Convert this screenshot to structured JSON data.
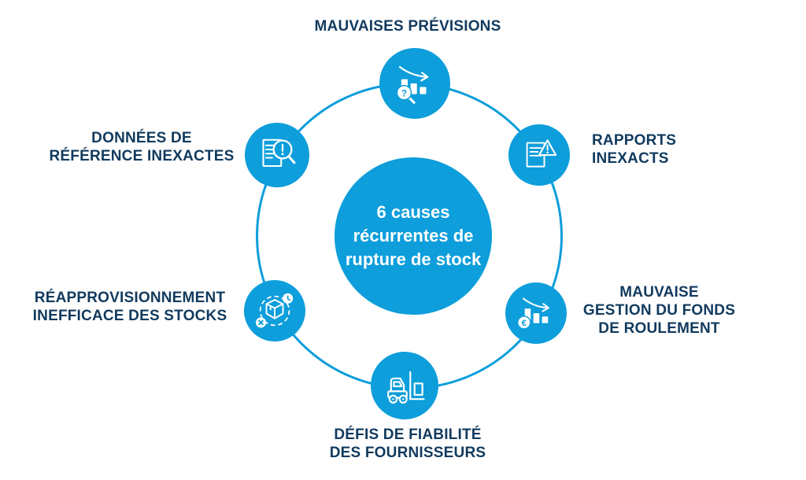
{
  "diagram": {
    "type": "circular-cycle-infographic",
    "center": {
      "text": "6 causes\nrécurrentes de\nrupture de stock"
    },
    "causes": [
      {
        "position": "top",
        "label": "MAUVAISES PRÉVISIONS",
        "icon": "declining-bar-chart-question-magnifier-icon"
      },
      {
        "position": "upper-right",
        "label": "RAPPORTS\nINEXACTS",
        "icon": "document-warning-triangle-icon"
      },
      {
        "position": "lower-right",
        "label": "MAUVAISE\nGESTION DU FONDS\nDE ROULEMENT",
        "icon": "declining-bar-chart-euro-icon"
      },
      {
        "position": "bottom",
        "label": "DÉFIS DE FIABILITÉ\nDES FOURNISSEURS",
        "icon": "forklift-icon"
      },
      {
        "position": "lower-left",
        "label": "RÉAPPROVISIONNEMENT\nINEFFICACE DES STOCKS",
        "icon": "package-cycle-clock-x-icon"
      },
      {
        "position": "upper-left",
        "label": "DONNÉES DE\nRÉFÉRENCE INEXACTES",
        "icon": "document-alert-magnifier-icon"
      }
    ],
    "colors": {
      "accent_blue": "#0d9edb",
      "label_navy": "#113a5e",
      "icon_stroke": "#ffffff",
      "center_text": "#ffffff",
      "background": "#ffffff"
    }
  }
}
